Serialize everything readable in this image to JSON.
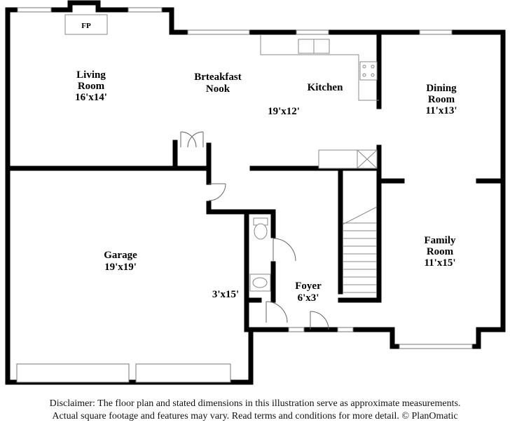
{
  "rooms": {
    "living": {
      "name_line1": "Living",
      "name_line2": "Room",
      "dims": "16'x14'"
    },
    "breakfast": {
      "name_line1": "Brteakfast",
      "name_line2": "Nook"
    },
    "kitchen": {
      "name": "Kitchen",
      "dims": "19'x12'"
    },
    "dining": {
      "name_line1": "Dining",
      "name_line2": "Room",
      "dims": "11'x13'"
    },
    "garage": {
      "name": "Garage",
      "dims": "19'x19'"
    },
    "hall": {
      "dims": "3'x15'"
    },
    "foyer": {
      "name": "Foyer",
      "dims": "6'x3'"
    },
    "family": {
      "name_line1": "Family",
      "name_line2": "Room",
      "dims": "11'x15'"
    },
    "fireplace": {
      "label": "FP"
    }
  },
  "disclaimer": {
    "line1": "Disclaimer: The floor plan and stated dimensions in this illustration serve as approximate measurements.",
    "line2": "Actual square footage and features may vary. Read terms and conditions for more detail. © PlanOmatic"
  }
}
